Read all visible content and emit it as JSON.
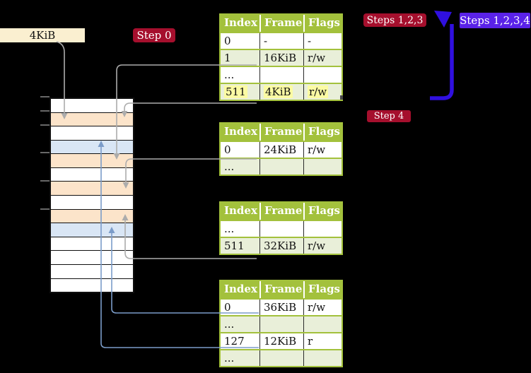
{
  "labels": {
    "mem_label": "4KiB",
    "step0": "Step 0",
    "steps123": "Steps 1,2,3",
    "steps1234": "Steps 1,2,3,4",
    "step4": "Step 4"
  },
  "tables": [
    {
      "name": "page-table-1",
      "headers": [
        "Index",
        "Frame",
        "Flags"
      ],
      "rows": [
        {
          "cells": [
            "0",
            "-",
            "-"
          ],
          "shade": "white",
          "highlight": false
        },
        {
          "cells": [
            "1",
            "16KiB",
            "r/w"
          ],
          "shade": "green",
          "highlight": false
        },
        {
          "cells": [
            "...",
            "",
            ""
          ],
          "shade": "white",
          "highlight": false
        },
        {
          "cells": [
            "511",
            "4KiB",
            "r/w"
          ],
          "shade": "green",
          "highlight": true
        }
      ]
    },
    {
      "name": "page-table-2",
      "headers": [
        "Index",
        "Frame",
        "Flags"
      ],
      "rows": [
        {
          "cells": [
            "0",
            "24KiB",
            "r/w"
          ],
          "shade": "white",
          "highlight": false
        },
        {
          "cells": [
            "...",
            "",
            ""
          ],
          "shade": "green",
          "highlight": false
        }
      ]
    },
    {
      "name": "page-table-3",
      "headers": [
        "Index",
        "Frame",
        "Flags"
      ],
      "rows": [
        {
          "cells": [
            "...",
            "",
            ""
          ],
          "shade": "white",
          "highlight": false
        },
        {
          "cells": [
            "511",
            "32KiB",
            "r/w"
          ],
          "shade": "green",
          "highlight": false
        }
      ]
    },
    {
      "name": "page-table-4",
      "headers": [
        "Index",
        "Frame",
        "Flags"
      ],
      "rows": [
        {
          "cells": [
            "0",
            "36KiB",
            "r/w"
          ],
          "shade": "white",
          "highlight": false
        },
        {
          "cells": [
            "...",
            "",
            ""
          ],
          "shade": "green",
          "highlight": false
        },
        {
          "cells": [
            "127",
            "12KiB",
            "r"
          ],
          "shade": "white",
          "highlight": false
        },
        {
          "cells": [
            "...",
            "",
            ""
          ],
          "shade": "green",
          "highlight": false
        }
      ]
    }
  ],
  "memory_stack": {
    "rows": [
      {
        "color": "white"
      },
      {
        "color": "peach"
      },
      {
        "color": "white"
      },
      {
        "color": "blue"
      },
      {
        "color": "peach"
      },
      {
        "color": "white"
      },
      {
        "color": "peach"
      },
      {
        "color": "white"
      },
      {
        "color": "peach"
      },
      {
        "color": "blue"
      },
      {
        "color": "white"
      },
      {
        "color": "white"
      },
      {
        "color": "white"
      },
      {
        "color": "white"
      }
    ]
  },
  "connectors": {
    "gray_arrows": [
      "mem-label to stack-row-2",
      "table1-entry-1 to stack-row-5",
      "table1-entry-511 to stack-row-2",
      "table2-entry-0 to stack-row-7",
      "table3-entry-511 to stack-row-9"
    ],
    "blue_line_arrows": [
      "table4-entry-127 to stack-row-4",
      "table4-entry-0 to stack-row-10"
    ],
    "big_blue_arrow": "up-left toward table1 top-right"
  },
  "colors": {
    "background": "#000000",
    "mem_label_bg": "#FAEFD0",
    "badge_crimson": "#A50F2D",
    "badge_violet": "#5A22E8",
    "big_arrow_blue": "#3010E0",
    "table_header_green": "#A3C13C",
    "table_row_green": "#E9EFD9",
    "stack_peach": "#FCE4CA",
    "stack_blue": "#D9E6F5",
    "yellow_highlight": "#FBFBA3",
    "gray_connector": "#ACACAC",
    "blue_connector": "#7B9CC9"
  }
}
